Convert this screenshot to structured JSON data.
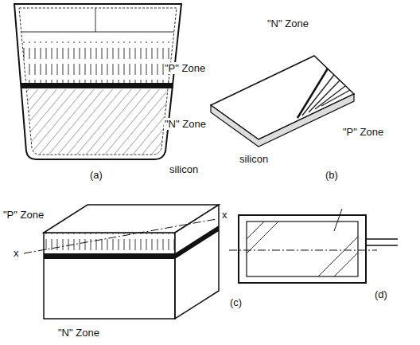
{
  "diagram": {
    "labels": [
      "\"P\" Zone",
      "\"N\" Zone",
      "silicon",
      "(a)",
      "\"N\" Zone",
      "silicon",
      "\"P\" Zone",
      "(b)",
      "\"P\" Zone",
      "x",
      "x",
      "\"N\" Zone",
      "(c)",
      "(d)"
    ]
  }
}
